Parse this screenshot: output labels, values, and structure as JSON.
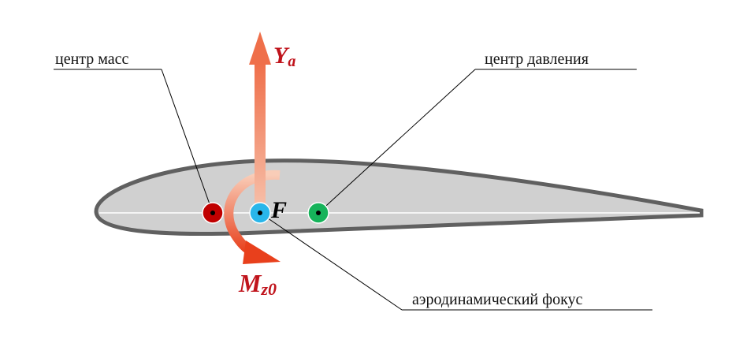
{
  "labels": {
    "center_of_mass": "центр масс",
    "center_of_pressure": "центр давления",
    "aerodynamic_focus": "аэродинамический фокус"
  },
  "symbols": {
    "lift": "Y",
    "lift_sub": "a",
    "focus": "F",
    "moment": "M",
    "moment_sub": "z0"
  },
  "colors": {
    "airfoil_fill": "#d0d0d0",
    "airfoil_stroke": "#606060",
    "center_of_mass": "#c00000",
    "focus": "#29b6ea",
    "center_of_pressure": "#16b35a",
    "symbol_red": "#c0141c"
  }
}
